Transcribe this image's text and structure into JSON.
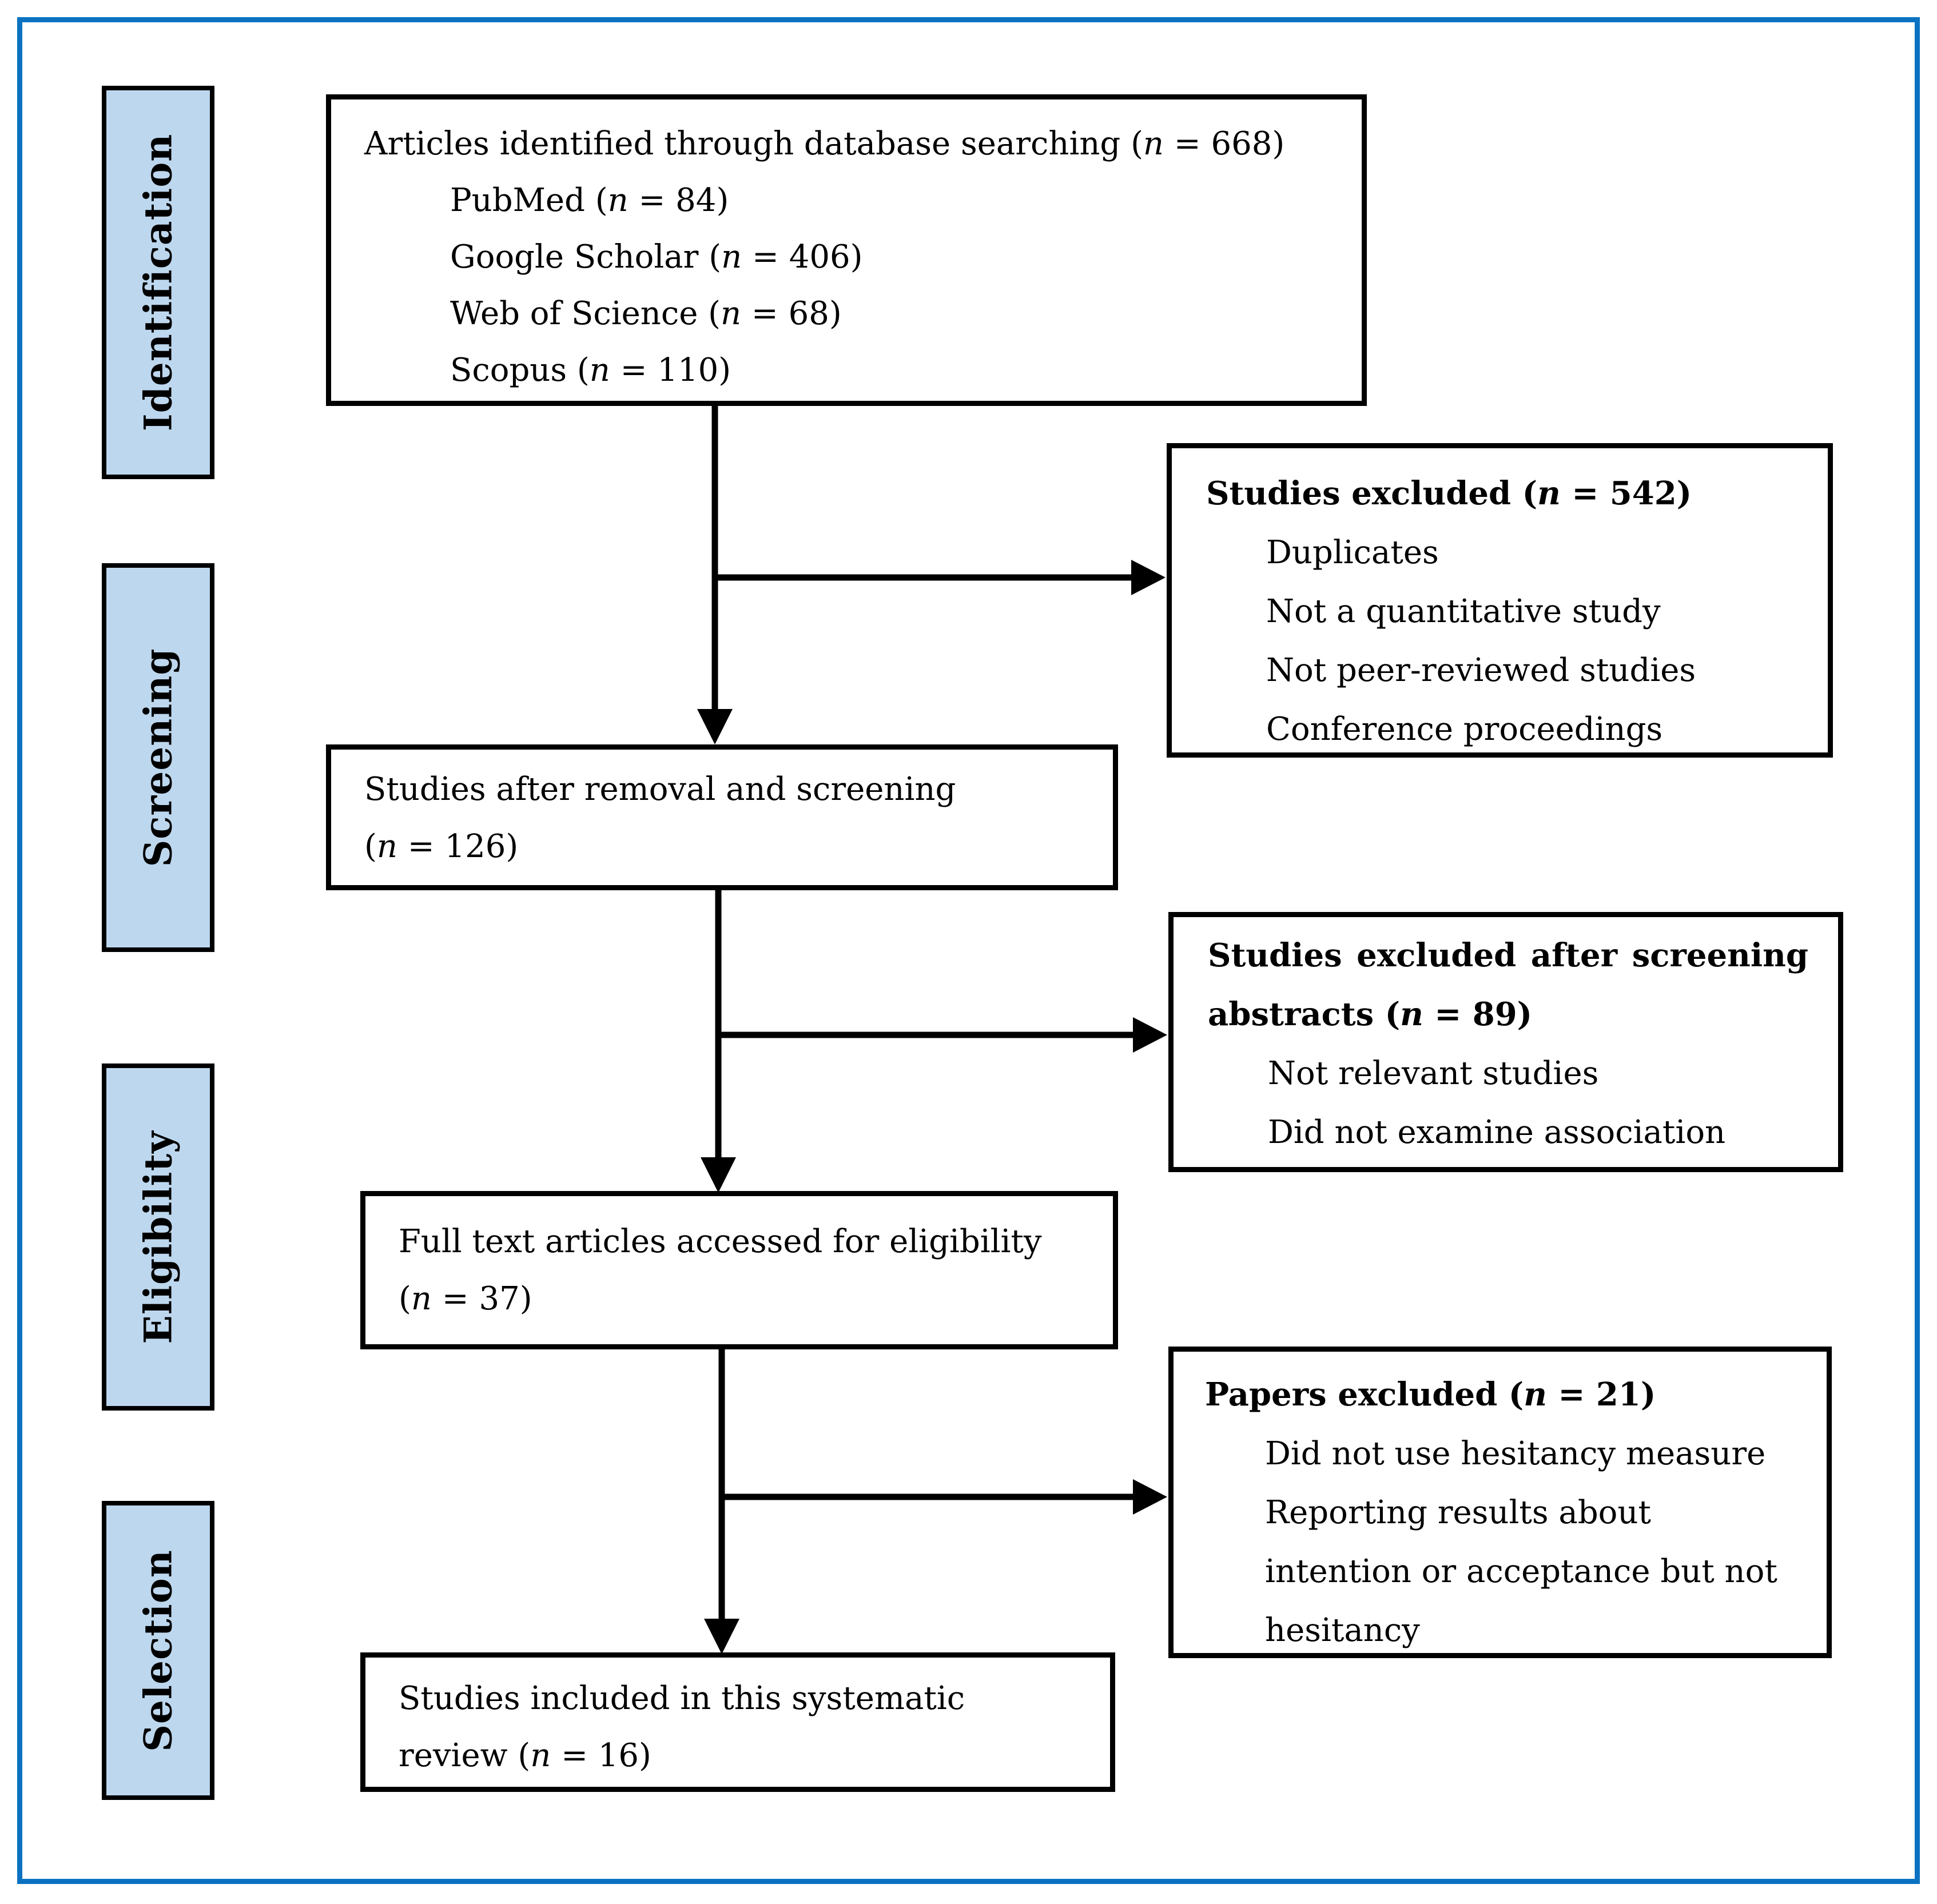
{
  "figure": {
    "kind": "prisma-flow-diagram",
    "colors": {
      "stage_fill": "#bdd7ee",
      "frame_blue": "#0b72c2",
      "line_black": "#000000"
    },
    "stage_labels": [
      {
        "label": "Identification"
      },
      {
        "label": "Screening"
      },
      {
        "label": "Eligibility"
      },
      {
        "label": "Selection"
      }
    ],
    "flow_boxes": [
      {
        "id": "identified",
        "title": "Articles identified through database searching (n = 668)",
        "sources": [
          "PubMed (n = 84)",
          "Google Scholar (n = 406)",
          "Web of Science (n = 68)",
          "Scopus (n = 110)"
        ]
      },
      {
        "id": "screened",
        "lines": [
          "Studies after removal and screening",
          "(n = 126)"
        ]
      },
      {
        "id": "eligibility",
        "lines": [
          "Full text articles accessed for eligibility",
          "(n = 37)"
        ]
      },
      {
        "id": "included",
        "lines": [
          "Studies included in this systematic",
          "review (n = 16)"
        ]
      }
    ],
    "exclusion_boxes": [
      {
        "id": "excluded-database",
        "header_lines": [
          "Studies excluded (n = 542)"
        ],
        "items": [
          "Duplicates",
          "Not a quantitative study",
          "Not peer-reviewed studies",
          "Conference proceedings"
        ]
      },
      {
        "id": "excluded-abstracts",
        "header_lines": [
          "Studies excluded after screening",
          "abstracts (n = 89)"
        ],
        "items": [
          "Not relevant studies",
          "Did not examine association"
        ]
      },
      {
        "id": "excluded-fulltext",
        "header_lines": [
          "Papers excluded (n = 21)"
        ],
        "items": [
          "Did not use hesitancy measure",
          "Reporting results about",
          "intention or acceptance but not",
          "hesitancy"
        ]
      }
    ]
  }
}
